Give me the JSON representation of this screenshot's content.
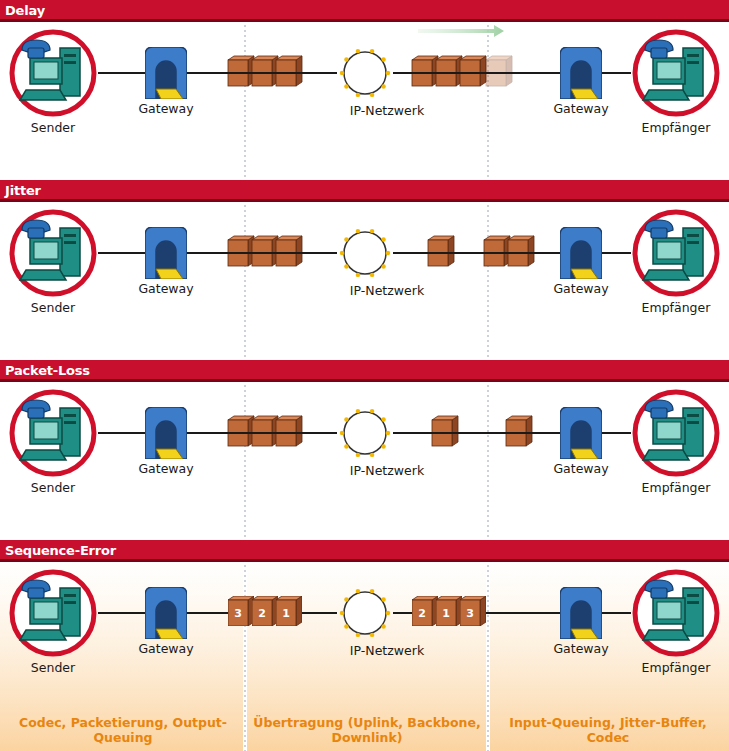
{
  "diagram": {
    "nodes": [
      {
        "text": [
          "Delay"
        ]
      },
      {
        "text": [
          "Sender"
        ]
      },
      {
        "text": [
          "Gateway"
        ]
      },
      {
        "text": [
          "IP-Netzwerk"
        ]
      },
      {
        "text": [
          "Gateway"
        ]
      },
      {
        "text": [
          "Empfänger"
        ]
      },
      {
        "text": [
          "Jitter"
        ]
      },
      {
        "text": [
          "Sender"
        ]
      },
      {
        "text": [
          "Gateway"
        ]
      },
      {
        "text": [
          "IP-Netzwerk"
        ]
      },
      {
        "text": [
          "Gateway"
        ]
      },
      {
        "text": [
          "Empfänger"
        ]
      },
      {
        "text": [
          "Packet-Loss"
        ]
      },
      {
        "text": [
          "Sender"
        ]
      },
      {
        "text": [
          "Gateway"
        ]
      },
      {
        "text": [
          "IP-Netzwerk"
        ]
      },
      {
        "text": [
          "Gateway"
        ]
      },
      {
        "text": [
          "Empfänger"
        ]
      },
      {
        "text": [
          "Sequence-Error"
        ]
      },
      {
        "text": [
          "Sender"
        ]
      },
      {
        "text": [
          "Gateway"
        ]
      },
      {
        "text": [
          "3"
        ]
      },
      {
        "text": [
          "2"
        ]
      },
      {
        "text": [
          "1"
        ]
      },
      {
        "text": [
          "IP-Netzwerk"
        ]
      },
      {
        "text": [
          "2"
        ]
      },
      {
        "text": [
          "1"
        ]
      },
      {
        "text": [
          "3"
        ]
      },
      {
        "text": [
          "Gateway"
        ]
      },
      {
        "text": [
          "Empfänger"
        ]
      }
    ],
    "edges": [
      {
        "from": 1,
        "to": 2,
        "arrow": "none"
      },
      {
        "from": 2,
        "to": 3,
        "arrow": "none"
      },
      {
        "from": 3,
        "to": 4,
        "arrow": "none"
      },
      {
        "from": 4,
        "to": 5,
        "arrow": "none"
      },
      {
        "from": 7,
        "to": 8,
        "arrow": "none"
      },
      {
        "from": 8,
        "to": 9,
        "arrow": "none"
      },
      {
        "from": 9,
        "to": 10,
        "arrow": "none"
      },
      {
        "from": 10,
        "to": 11,
        "arrow": "none"
      },
      {
        "from": 13,
        "to": 14,
        "arrow": "none"
      },
      {
        "from": 14,
        "to": 15,
        "arrow": "none"
      },
      {
        "from": 15,
        "to": 16,
        "arrow": "none"
      },
      {
        "from": 16,
        "to": 17,
        "arrow": "none"
      },
      {
        "from": 19,
        "to": 20,
        "arrow": "none"
      },
      {
        "from": 20,
        "to": 24,
        "arrow": "none"
      },
      {
        "from": 24,
        "to": 28,
        "arrow": "none"
      },
      {
        "from": 28,
        "to": 29,
        "arrow": "none"
      }
    ],
    "labels": [
      "Codec, Packetierung, Output-Queuing",
      "Übertragung (Uplink, Backbone, Downlink)",
      "Input-Queuing, Jitter-Buffer, Codec"
    ]
  }
}
